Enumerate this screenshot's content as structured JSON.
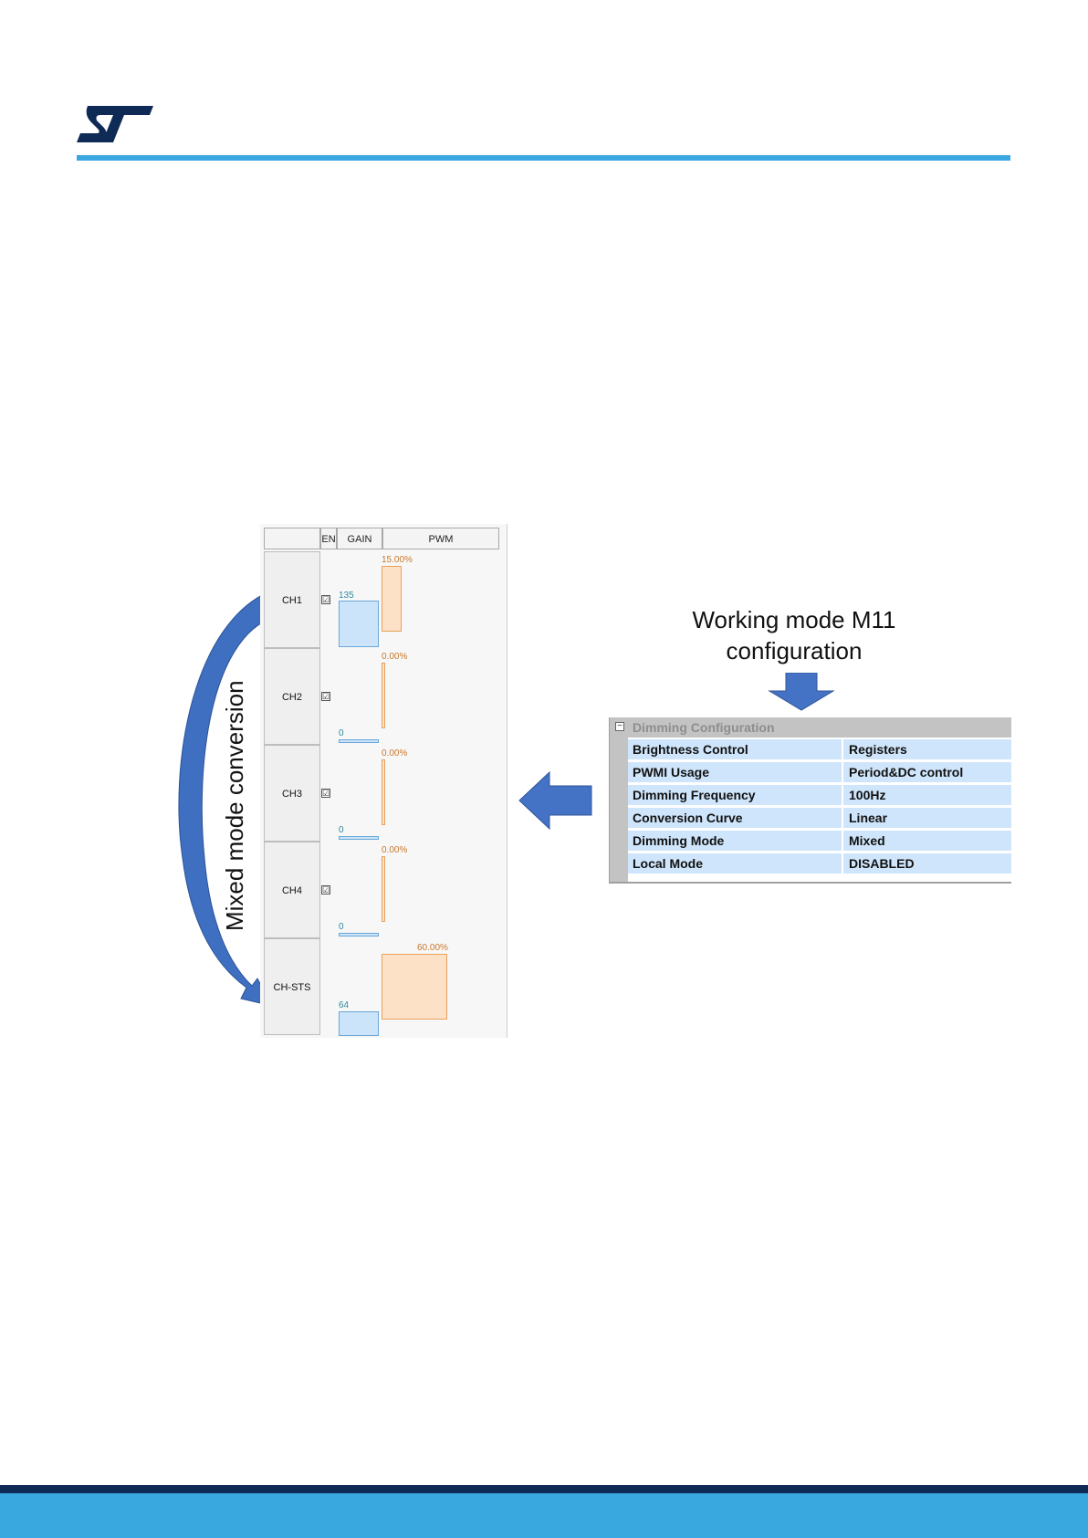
{
  "brand": {
    "logo_text": "ST"
  },
  "channel_panel": {
    "headers": [
      "EN",
      "GAIN",
      "PWM"
    ],
    "rows": [
      {
        "label": "CH1",
        "checked": "☑",
        "gain": "135",
        "pwm": "15.00%"
      },
      {
        "label": "CH2",
        "checked": "☑",
        "gain": "0",
        "pwm": "0.00%"
      },
      {
        "label": "CH3",
        "checked": "☑",
        "gain": "0",
        "pwm": "0.00%"
      },
      {
        "label": "CH4",
        "checked": "☑",
        "gain": "0",
        "pwm": "0.00%"
      },
      {
        "label": "CH-STS",
        "checked": "",
        "gain": "64",
        "pwm": "60.00%"
      }
    ]
  },
  "annotations": {
    "curved_arrow_caption": "Mixed mode conversion",
    "working_mode_line1": "Working mode M11",
    "working_mode_line2": "configuration"
  },
  "dimming_config": {
    "title": "Dimming Configuration",
    "collapse_symbol": "−",
    "rows": [
      {
        "name": "Brightness Control",
        "value": "Registers"
      },
      {
        "name": "PWMI Usage",
        "value": "Period&DC control"
      },
      {
        "name": "Dimming Frequency",
        "value": "100Hz"
      },
      {
        "name": "Conversion Curve",
        "value": "Linear"
      },
      {
        "name": "Dimming Mode",
        "value": "Mixed"
      },
      {
        "name": "Local Mode",
        "value": "DISABLED"
      }
    ]
  },
  "colors": {
    "accent_blue": "#3ba7e0",
    "arrow_blue": "#4472c4",
    "footer_dark": "#0f2a55"
  }
}
